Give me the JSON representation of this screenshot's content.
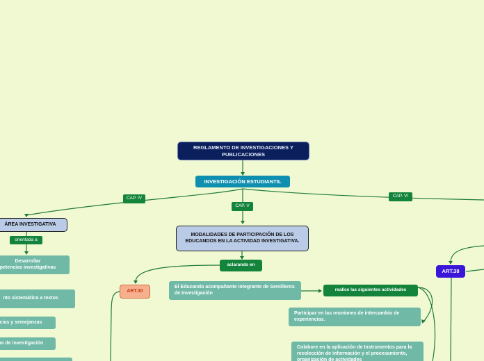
{
  "root": "REGLAMENTO DE INVESTIGACIONES Y PUBLICACIONES",
  "investigacion": "INVESTIGACIÓN ESTUDIANTIL",
  "cap_iv": "CAP. IV",
  "cap_v": "CAP. V",
  "cap_vi": "CAP. VI",
  "area": "ÁREA INVESTIGATIVA",
  "orientada": "orientada a",
  "desarrollar": "Desarrollar\npetencias investigativas",
  "left_items": [
    "nto sistemático a textos",
    "cias y semejanzas",
    "as de investigación"
  ],
  "modalidades": "MODALIDADES DE PARTICIPACIÓN DE LOS EDUCANDOS EN LA ACTIVIDAD INVESTIGATIVA.",
  "aclarando": "aclarando en",
  "art30": "ART.30",
  "art38": "ART.38",
  "educando": "El Educando acompañante integrante de Semilleros de Investigación",
  "realice": "realice las siguientes actividades",
  "participar": "Participar en las reuniones de intercambio de experiencias.",
  "colabore": "Colabore en la aplicación de Instrumentos para la recolección de información y  el procesamiento, organización de actividades"
}
